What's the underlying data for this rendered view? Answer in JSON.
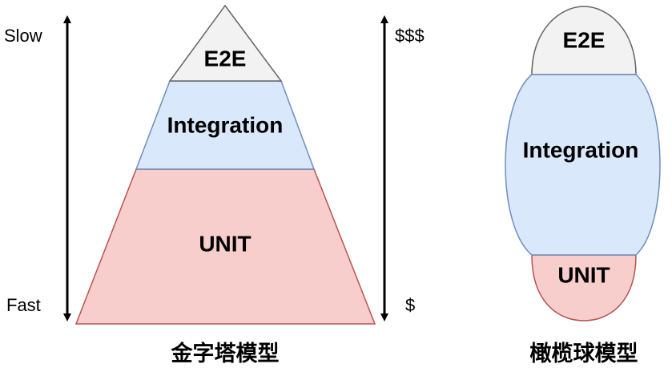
{
  "left_axis": {
    "top_label": "Slow",
    "bottom_label": "Fast"
  },
  "right_axis": {
    "top_label": "$$$",
    "bottom_label": "$"
  },
  "pyramid": {
    "top": {
      "label": "E2E",
      "color": "#f2f2f2"
    },
    "middle": {
      "label": "Integration",
      "color": "#dae8fc"
    },
    "bottom": {
      "label": "UNIT",
      "color": "#f8cecc"
    },
    "caption": "金字塔模型"
  },
  "olive": {
    "top": {
      "label": "E2E",
      "color": "#f2f2f2"
    },
    "middle": {
      "label": "Integration",
      "color": "#dae8fc"
    },
    "bottom": {
      "label": "UNIT",
      "color": "#f8cecc"
    },
    "caption": "橄榄球模型"
  },
  "colors": {
    "outline": "#6c8ebf",
    "unit_outline": "#b85450",
    "e2e_outline": "#666666"
  }
}
